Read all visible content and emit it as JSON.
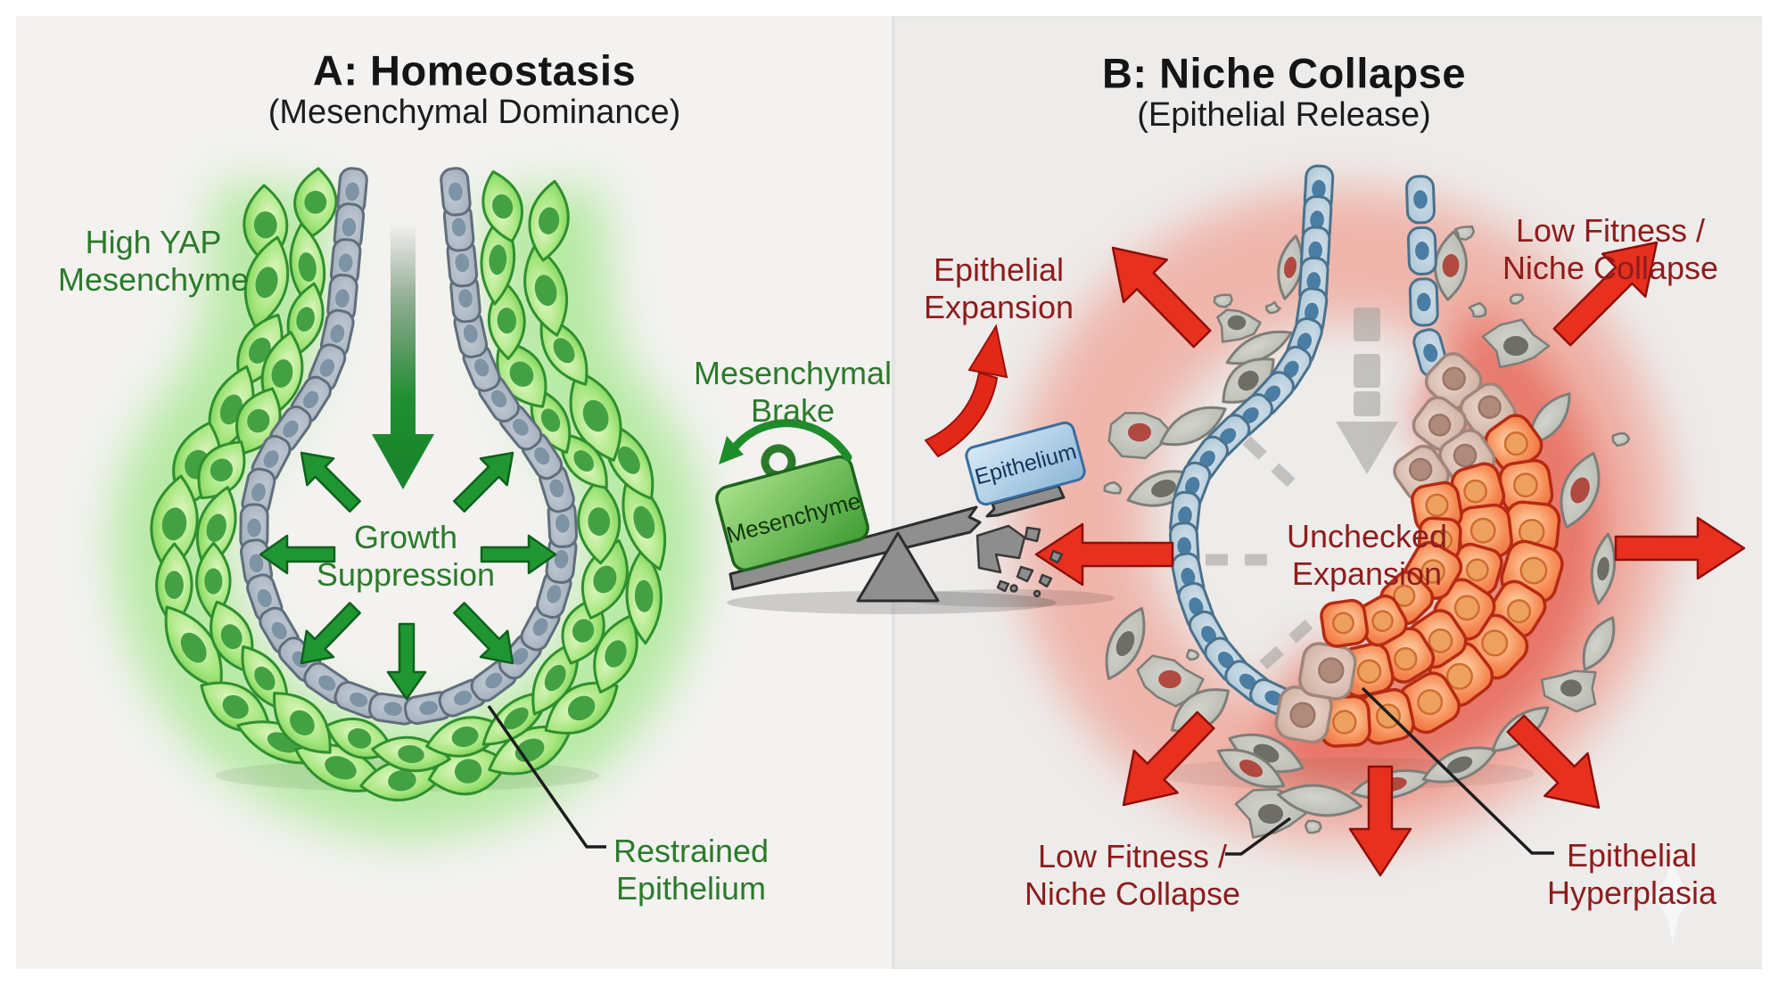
{
  "panel_a": {
    "title": "A: Homeostasis",
    "subtitle": "(Mesenchymal Dominance)",
    "mesenchyme_label": {
      "line1": "High YAP",
      "line2": "Mesenchyme"
    },
    "center_label": {
      "line1": "Growth",
      "line2": "Suppression"
    },
    "epithelium_callout": {
      "line1": "Restrained",
      "line2": "Epithelium"
    }
  },
  "balance": {
    "brake_label": {
      "line1": "Mesenchymal",
      "line2": "Brake"
    },
    "weight_label": "Mesenchyme",
    "expansion_label": {
      "line1": "Epithelial",
      "line2": "Expansion"
    },
    "box_label": "Epithelium"
  },
  "panel_b": {
    "title": "B: Niche Collapse",
    "subtitle": "(Epithelial Release)",
    "top_right_label": {
      "line1": "Low Fitness /",
      "line2": "Niche Collapse"
    },
    "center_label": {
      "line1": "Unchecked",
      "line2": "Expansion"
    },
    "bottom_left_label": {
      "line1": "Low Fitness /",
      "line2": "Niche Collapse"
    },
    "hyperplasia_callout": {
      "line1": "Epithelial",
      "line2": "Hyperplasia"
    }
  },
  "colors": {
    "panel_a_bg": "#f3f2f0",
    "panel_b_bg": "#edeceb",
    "green_label": "#2b7a2b",
    "red_label": "#8e1c1c",
    "green_arrow": "#1f9632",
    "green_arrow_edge": "#0e611c",
    "red_arrow": "#e8301f",
    "red_arrow_edge": "#8e0f08",
    "green_glow": "#7de25b",
    "red_glow": "#f26a55",
    "mesenchyme_outline": "#2f8f2f",
    "mesenchyme_nucleus": "#43a143",
    "wall_a_outline": "#5f6e7d",
    "wall_a_nucleus": "#7d93a6",
    "wall_b_outline": "#4a718c",
    "wall_b_nucleus": "#4a7da3",
    "tumor_outline": "#b62a12",
    "tumor_nucleus": "#eda05f",
    "dying_outline": "#7e7e78",
    "dying_nucleus_gray": "#6e6e66",
    "dying_nucleus_red": "#b04a40",
    "seesaw_gray": "#8f8f8f",
    "seesaw_edge": "#2e2e2e"
  }
}
